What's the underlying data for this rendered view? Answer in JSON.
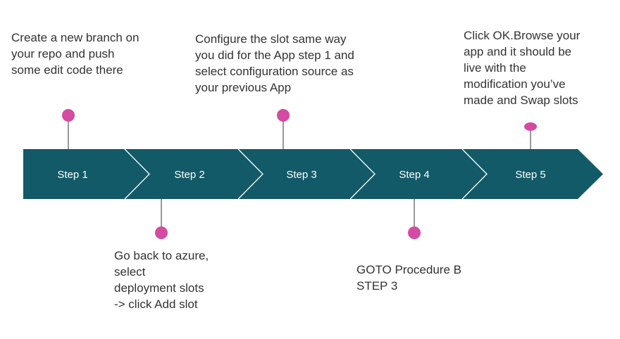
{
  "colors": {
    "arrow_fill": "#125a67",
    "chevron_line": "#ffffff",
    "connector": "#555555",
    "marker": "#d54aa2",
    "label_text": "#ffffff",
    "note_text": "#333333"
  },
  "steps": [
    {
      "label": "Step 1"
    },
    {
      "label": "Step 2"
    },
    {
      "label": "Step 3"
    },
    {
      "label": "Step 4"
    },
    {
      "label": "Step 5"
    }
  ],
  "notes": {
    "step1": [
      "Create a new branch on",
      "your repo and push",
      "some edit code there"
    ],
    "step2": [
      "Go back to azure,",
      "select",
      "deployment slots",
      "-> click Add slot"
    ],
    "step3": [
      "Configure the slot  same way",
      "you did for the App step 1 and",
      "select configuration source as",
      "your previous App"
    ],
    "step4": [
      "GOTO Procedure B",
      "STEP 3"
    ],
    "step5": [
      "Click OK.Browse your",
      "app and it should be",
      "live with the",
      "modification you’ve",
      "made and Swap slots"
    ]
  }
}
